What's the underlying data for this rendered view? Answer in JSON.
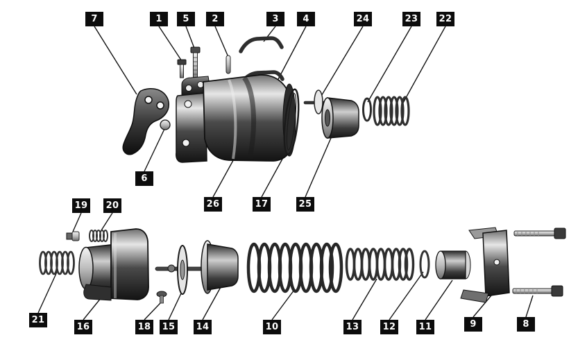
{
  "figure": {
    "type": "exploded-parts-diagram",
    "background_color": "#ffffff",
    "label_box_color": "#0c0c0c",
    "label_text_color": "#ffffff",
    "callouts": [
      {
        "num": "7"
      },
      {
        "num": "1"
      },
      {
        "num": "5"
      },
      {
        "num": "2"
      },
      {
        "num": "3"
      },
      {
        "num": "4"
      },
      {
        "num": "24"
      },
      {
        "num": "23"
      },
      {
        "num": "22"
      },
      {
        "num": "6"
      },
      {
        "num": "26"
      },
      {
        "num": "17"
      },
      {
        "num": "25"
      },
      {
        "num": "19"
      },
      {
        "num": "20"
      },
      {
        "num": "21"
      },
      {
        "num": "16"
      },
      {
        "num": "18"
      },
      {
        "num": "15"
      },
      {
        "num": "14"
      },
      {
        "num": "10"
      },
      {
        "num": "13"
      },
      {
        "num": "12"
      },
      {
        "num": "11"
      },
      {
        "num": "9"
      },
      {
        "num": "8"
      }
    ]
  }
}
